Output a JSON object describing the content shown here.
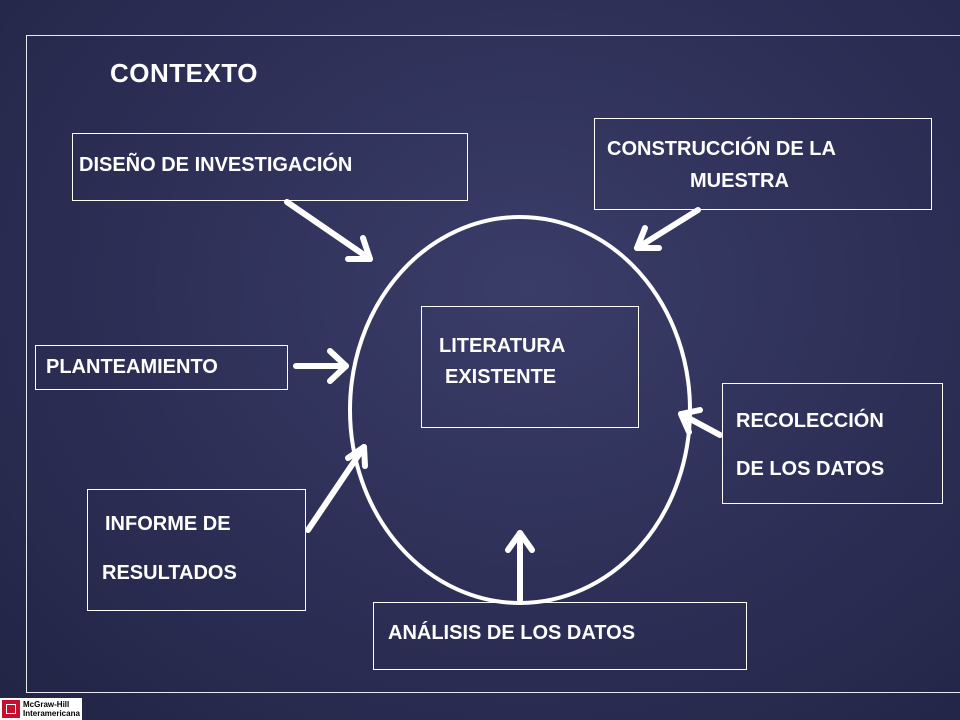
{
  "title": "CONTEXTO",
  "center": {
    "line1": "LITERATURA",
    "line2": "EXISTENTE"
  },
  "nodes": {
    "diseno": "DISEÑO DE INVESTIGACIÓN",
    "construccion": {
      "line1": "CONSTRUCCIÓN DE LA",
      "line2": "MUESTRA"
    },
    "planteamiento": "PLANTEAMIENTO",
    "recoleccion": {
      "line1": "RECOLECCIÓN",
      "line2": "DE LOS DATOS"
    },
    "informe": {
      "line1": "INFORME DE",
      "line2": "RESULTADOS"
    },
    "analisis": "ANÁLISIS DE LOS DATOS"
  },
  "logo": {
    "line1": "McGraw-Hill",
    "line2": "Interamericana"
  },
  "colors": {
    "background": "#2c2e55",
    "foreground": "#ffffff",
    "logo_red": "#c8102e"
  }
}
